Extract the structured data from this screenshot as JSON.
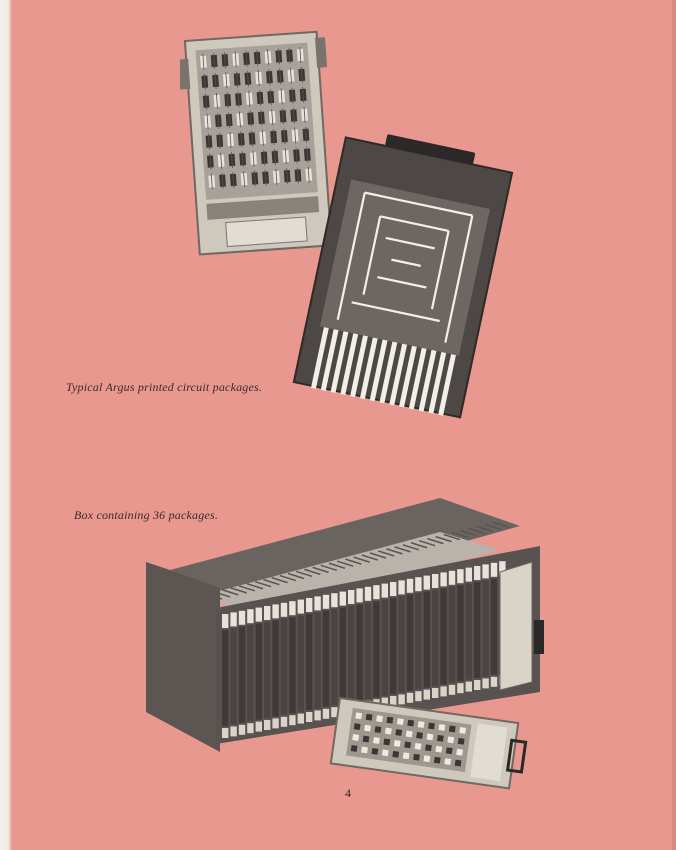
{
  "captions": {
    "printed_circuit": "Typical Argus printed circuit packages.",
    "box": "Box containing 36 packages."
  },
  "page_number": "4",
  "colors": {
    "page_background": "#e9988f",
    "board_light": "#d9d3c8",
    "board_dark": "#4a4543",
    "trace": "#f2efe8"
  }
}
